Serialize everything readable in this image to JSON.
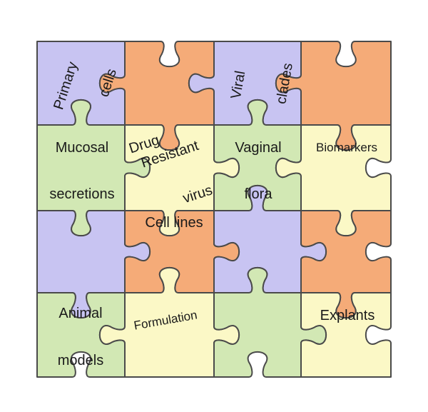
{
  "colors": {
    "purple": "#c8c4f2",
    "orange": "#f5ab78",
    "cream": "#fbf8c6",
    "green": "#d2e8b4",
    "outline": "#4a4a4a",
    "text": "#1a1a1a"
  },
  "pieces": [
    {
      "row": 0,
      "col": 0,
      "color": "purple"
    },
    {
      "row": 0,
      "col": 1,
      "color": "orange"
    },
    {
      "row": 0,
      "col": 2,
      "color": "purple"
    },
    {
      "row": 0,
      "col": 3,
      "color": "orange"
    },
    {
      "row": 1,
      "col": 0,
      "color": "green"
    },
    {
      "row": 1,
      "col": 1,
      "color": "cream"
    },
    {
      "row": 1,
      "col": 2,
      "color": "green"
    },
    {
      "row": 1,
      "col": 3,
      "color": "cream"
    },
    {
      "row": 2,
      "col": 0,
      "color": "purple"
    },
    {
      "row": 2,
      "col": 1,
      "color": "orange"
    },
    {
      "row": 2,
      "col": 2,
      "color": "purple"
    },
    {
      "row": 2,
      "col": 3,
      "color": "orange"
    },
    {
      "row": 3,
      "col": 0,
      "color": "green"
    },
    {
      "row": 3,
      "col": 1,
      "color": "cream"
    },
    {
      "row": 3,
      "col": 2,
      "color": "green"
    },
    {
      "row": 3,
      "col": 3,
      "color": "cream"
    }
  ],
  "labels": {
    "primary": "Primary",
    "cells": "cells",
    "viral": "Viral",
    "clades": "clades",
    "mucosal": "Mucosal",
    "secretions": "secretions",
    "drug": "Drug",
    "resistant": "Resistant",
    "virus": "virus",
    "vaginal": "Vaginal",
    "flora": "flora",
    "biomarkers": "Biomarkers",
    "cell_lines": "Cell lines",
    "animal": "Animal",
    "models": "models",
    "formulation": "Formulation",
    "explants": "Explants"
  }
}
